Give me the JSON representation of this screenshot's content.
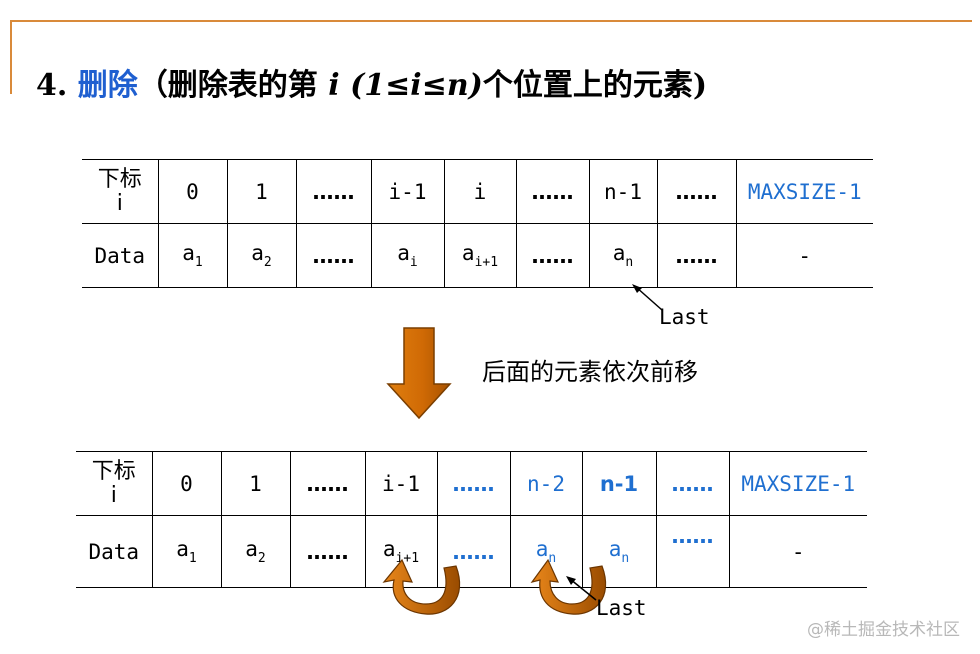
{
  "title": {
    "num": "4.",
    "word": "删除",
    "paren": "（删除表的第",
    "var": "i",
    "range": "(1≤i≤n)",
    "rest": "个位置上的元素)"
  },
  "header_label": "下标",
  "header_var": "i",
  "data_label": "Data",
  "dots": "……",
  "top_table": {
    "indices": [
      "0",
      "1",
      "……",
      "i-1",
      "i",
      "……",
      "n-1",
      "……",
      "MAXSIZE-1"
    ],
    "values": [
      {
        "base": "a",
        "sub": "1"
      },
      {
        "base": "a",
        "sub": "2"
      },
      {
        "base": "……",
        "sub": ""
      },
      {
        "base": "a",
        "sub": "i"
      },
      {
        "base": "a",
        "sub": "i+1"
      },
      {
        "base": "……",
        "sub": ""
      },
      {
        "base": "a",
        "sub": "n"
      },
      {
        "base": "……",
        "sub": ""
      },
      {
        "base": "-",
        "sub": ""
      }
    ]
  },
  "bottom_table": {
    "indices": [
      "0",
      "1",
      "……",
      "i-1",
      "……",
      "n-2",
      "n-1",
      "……",
      "MAXSIZE-1"
    ],
    "values": [
      {
        "base": "a",
        "sub": "1"
      },
      {
        "base": "a",
        "sub": "2"
      },
      {
        "base": "……",
        "sub": ""
      },
      {
        "base": "a",
        "sub": "i+1"
      },
      {
        "base": "……",
        "sub": ""
      },
      {
        "base": "a",
        "sub": "n"
      },
      {
        "base": "a",
        "sub": "n"
      },
      {
        "base": "……",
        "sub": ""
      },
      {
        "base": "-",
        "sub": ""
      }
    ]
  },
  "last_label": "Last",
  "caption": "后面的元素依次前移",
  "watermark": "@稀土掘金技术社区",
  "colors": {
    "frame": "#d98a3a",
    "blue": "#1f6fd0",
    "arrow": "#d0700a",
    "arrow_dark": "#8a4a00"
  }
}
